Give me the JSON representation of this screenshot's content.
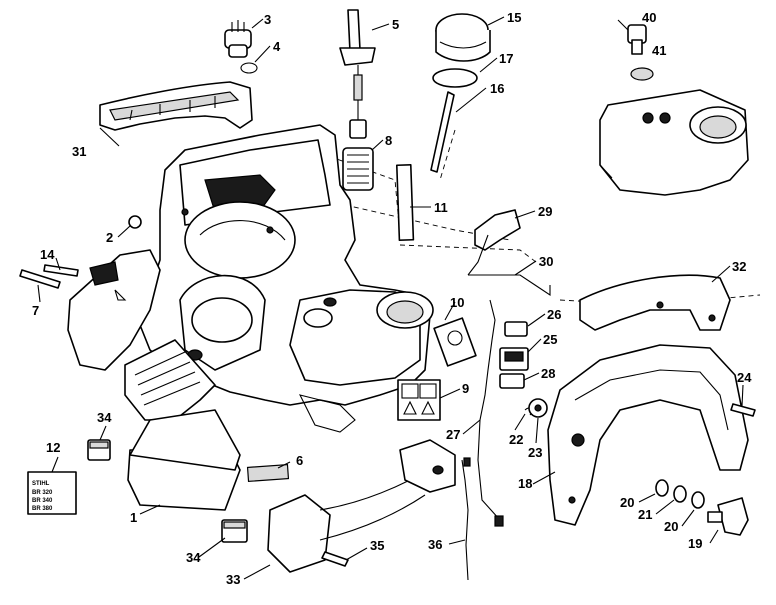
{
  "diagram": {
    "callouts": {
      "c1": "1",
      "c2": "2",
      "c3": "3",
      "c4": "4",
      "c5": "5",
      "c6": "6",
      "c7": "7",
      "c8": "8",
      "c9": "9",
      "c10": "10",
      "c11": "11",
      "c12": "12",
      "c14": "14",
      "c15": "15",
      "c16": "16",
      "c17": "17",
      "c18": "18",
      "c19": "19",
      "c20a": "20",
      "c20b": "20",
      "c21": "21",
      "c22": "22",
      "c23": "23",
      "c24": "24",
      "c25": "25",
      "c26": "26",
      "c27": "27",
      "c28": "28",
      "c29": "29",
      "c30": "30",
      "c31": "31",
      "c32": "32",
      "c33": "33",
      "c34a": "34",
      "c34b": "34",
      "c35": "35",
      "c36": "36",
      "c40": "40",
      "c41": "41"
    },
    "label_plate": {
      "brand": "STIHL",
      "lines": [
        "BR 320",
        "BR 340",
        "BR 380"
      ]
    }
  }
}
